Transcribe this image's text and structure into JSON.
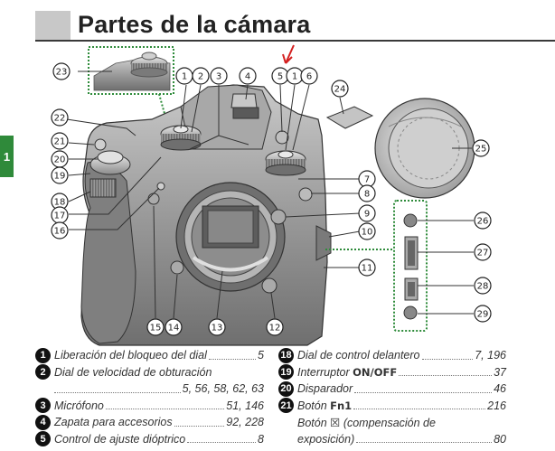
{
  "page": {
    "title": "Partes de la cámara",
    "chapter_tab": "1"
  },
  "callouts": {
    "c1": "1",
    "c2": "2",
    "c3": "3",
    "c4": "4",
    "c5": "5",
    "c6": "6",
    "c7": "7",
    "c8": "8",
    "c9": "9",
    "c10": "10",
    "c11": "11",
    "c12": "12",
    "c13": "13",
    "c14": "14",
    "c15": "15",
    "c16": "16",
    "c17": "17",
    "c18": "18",
    "c19": "19",
    "c20": "20",
    "c21": "21",
    "c22": "22",
    "c23": "23",
    "c24": "24",
    "c25": "25",
    "c26": "26",
    "c27": "27",
    "c28": "28",
    "c29": "29"
  },
  "legend_left": [
    {
      "num": "1",
      "label": "Liberación del bloqueo del dial",
      "pages": "5"
    },
    {
      "num": "2",
      "label": "Dial de velocidad de obturación",
      "pages": ""
    },
    {
      "num": "",
      "label": "",
      "pages": "5, 56, 58, 62, 63"
    },
    {
      "num": "3",
      "label": "Micrófono",
      "pages": "51, 146"
    },
    {
      "num": "4",
      "label": "Zapata para accesorios",
      "pages": "92, 228"
    },
    {
      "num": "5",
      "label": "Control de ajuste dióptrico",
      "pages": "8"
    }
  ],
  "legend_right": [
    {
      "num": "18",
      "label": "Dial de control delantero",
      "pages": "7, 196"
    },
    {
      "num": "19",
      "label_pre": "Interruptor ",
      "label_bold": "ON/OFF",
      "pages": "37"
    },
    {
      "num": "20",
      "label": "Disparador",
      "pages": "46"
    },
    {
      "num": "21",
      "label_pre": "Botón ",
      "label_bold": "Fn1",
      "pages": "216"
    },
    {
      "num": "",
      "label": "Botón ☒ (compensación de",
      "pages": ""
    },
    {
      "num": "",
      "label": "exposición)",
      "pages": "80"
    }
  ],
  "colors": {
    "accent_green": "#2f8a3a",
    "annotation_red": "#d42020",
    "camera_body": "#8a8a8a",
    "connector_dots": "#2e8b3a"
  }
}
